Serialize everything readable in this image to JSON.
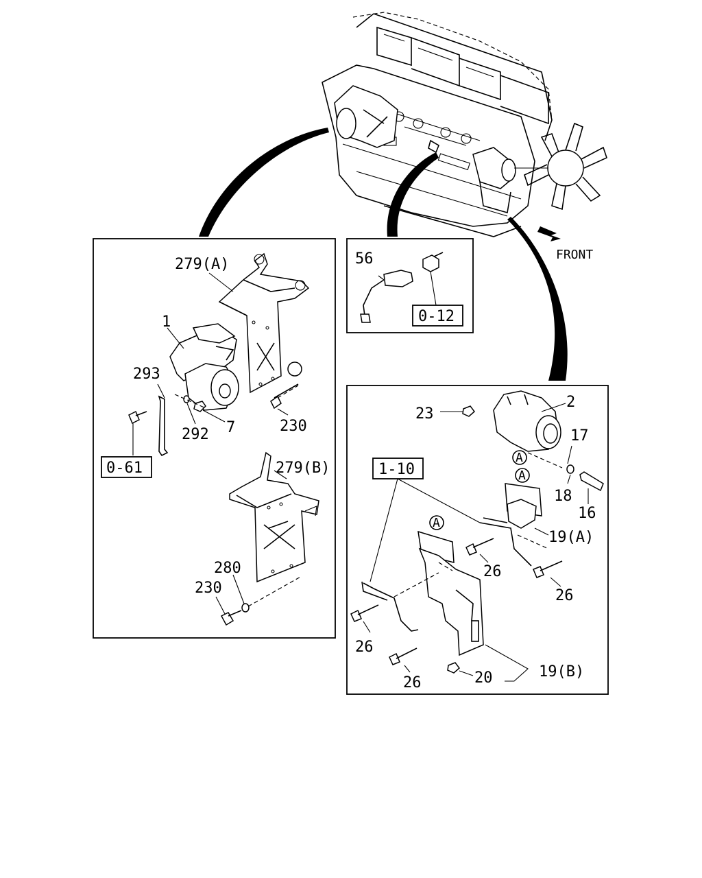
{
  "direction_label": "FRONT",
  "callouts": {
    "c_279a": "279(A)",
    "c_1": "1",
    "c_293": "293",
    "c_292": "292",
    "c_7": "7",
    "c_230a": "230",
    "c_061": "0-61",
    "c_279b": "279(B)",
    "c_280": "280",
    "c_230b": "230",
    "c_56": "56",
    "c_012": "0-12",
    "c_23": "23",
    "c_2": "2",
    "c_17": "17",
    "c_18": "18",
    "c_16": "16",
    "c_110": "1-10",
    "c_19a": "19(A)",
    "c_26a": "26",
    "c_26b": "26",
    "c_26c": "26",
    "c_26d": "26",
    "c_20": "20",
    "c_19b": "19(B)",
    "ref_a1": "A",
    "ref_a2": "A",
    "ref_a3": "A"
  }
}
